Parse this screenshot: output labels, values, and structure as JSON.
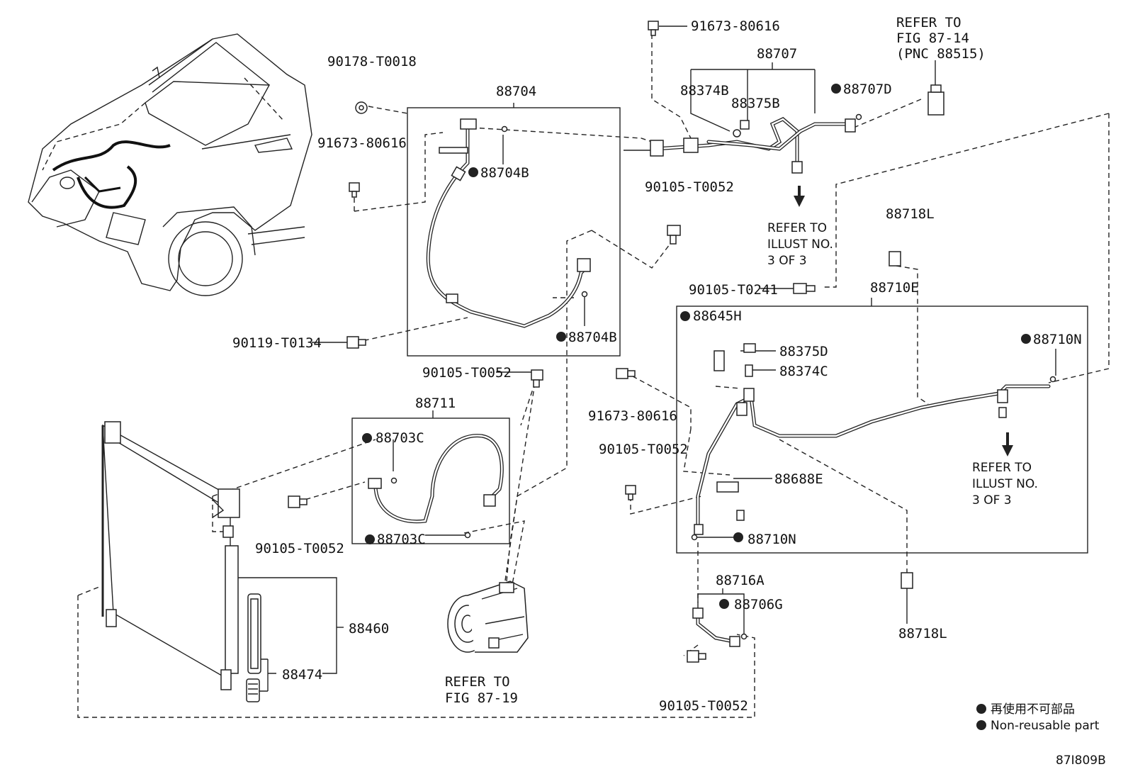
{
  "diagram": {
    "labels": {
      "p91673_80616_top": "91673-80616",
      "p88707": "88707",
      "refer_fig_87_14_l1": "REFER TO",
      "refer_fig_87_14_l2": "FIG 87-14",
      "refer_fig_87_14_l3": "(PNC 88515)",
      "p90178_T0018": "90178-T0018",
      "p88374B": "88374B",
      "p88375B": "88375B",
      "p88707D": "88707D",
      "p88704": "88704",
      "p91673_80616_left": "91673-80616",
      "p88704B_upper": "88704B",
      "p90105_T0052_a": "90105-T0052",
      "refer_illust_a_l1": "REFER TO",
      "refer_illust_a_l2": "ILLUST NO.",
      "refer_illust_a_l3": "3 OF 3",
      "p88718L_top": "88718L",
      "p90105_T0241": "90105-T0241",
      "p88710E": "88710E",
      "p88645H": "88645H",
      "p88375D": "88375D",
      "p88710N_right": "88710N",
      "p90119_T0134": "90119-T0134",
      "p88704B_lower": "88704B",
      "p90105_T0052_b": "90105-T0052",
      "p88374C": "88374C",
      "p88711": "88711",
      "p91673_80616_mid": "91673-80616",
      "p88703C_upper": "88703C",
      "p90105_T0052_c": "90105-T0052",
      "refer_illust_b_l1": "REFER TO",
      "refer_illust_b_l2": "ILLUST NO.",
      "refer_illust_b_l3": "3 OF 3",
      "p88688E": "88688E",
      "p90105_T0052_d": "90105-T0052",
      "p88703C_lower": "88703C",
      "p88710N_lower": "88710N",
      "p88716A": "88716A",
      "p88706G": "88706G",
      "p88460": "88460",
      "p88718L_bottom": "88718L",
      "p88474": "88474",
      "refer_fig_87_19_l1": "REFER TO",
      "refer_fig_87_19_l2": "FIG 87-19",
      "p90105_T0052_e": "90105-T0052"
    },
    "legend": {
      "line1": "再使用不可部品",
      "line2": "Non-reusable part"
    },
    "figure_id": "87I809B"
  }
}
